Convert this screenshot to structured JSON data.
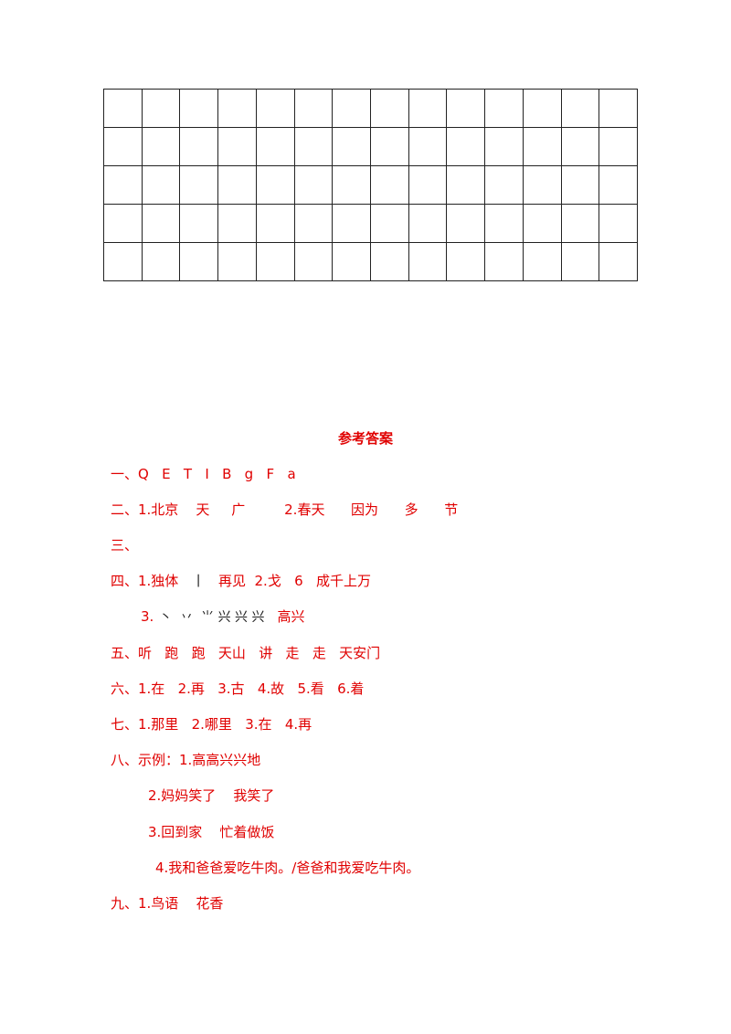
{
  "answer": {
    "title": "参考答案",
    "q1": "一、Q   E   T   I   B   g   F   a",
    "q2": "二、1.北京    天     广         2.春天      因为      多      节",
    "q3": "三、",
    "q4a_prefix": "四、1.独体   ",
    "q4a_mark": "丨",
    "q4a_rest": "   再见  2.戈   6   成千上万",
    "q4b_num": "3.",
    "q4b_strokes": "丶  丷  ⺌ 兴 兴 兴",
    "q4b_answer": "高兴",
    "q5": "五、听   跑   跑   天山   讲   走   走   天安门",
    "q6": "六、1.在   2.再   3.古   4.故   5.看   6.着",
    "q7": "七、1.那里   2.哪里   3.在   4.再",
    "q8a": "八、示例：1.高高兴兴地",
    "q8b": "2.妈妈笑了    我笑了",
    "q8c": "3.回到家    忙着做饭",
    "q8d": "4.我和爸爸爱吃牛肉。/爸爸和我爱吃牛肉。",
    "q9": "九、1.鸟语    花香"
  },
  "colors": {
    "answer_text": "#e00000",
    "grid_line": "#222222"
  }
}
